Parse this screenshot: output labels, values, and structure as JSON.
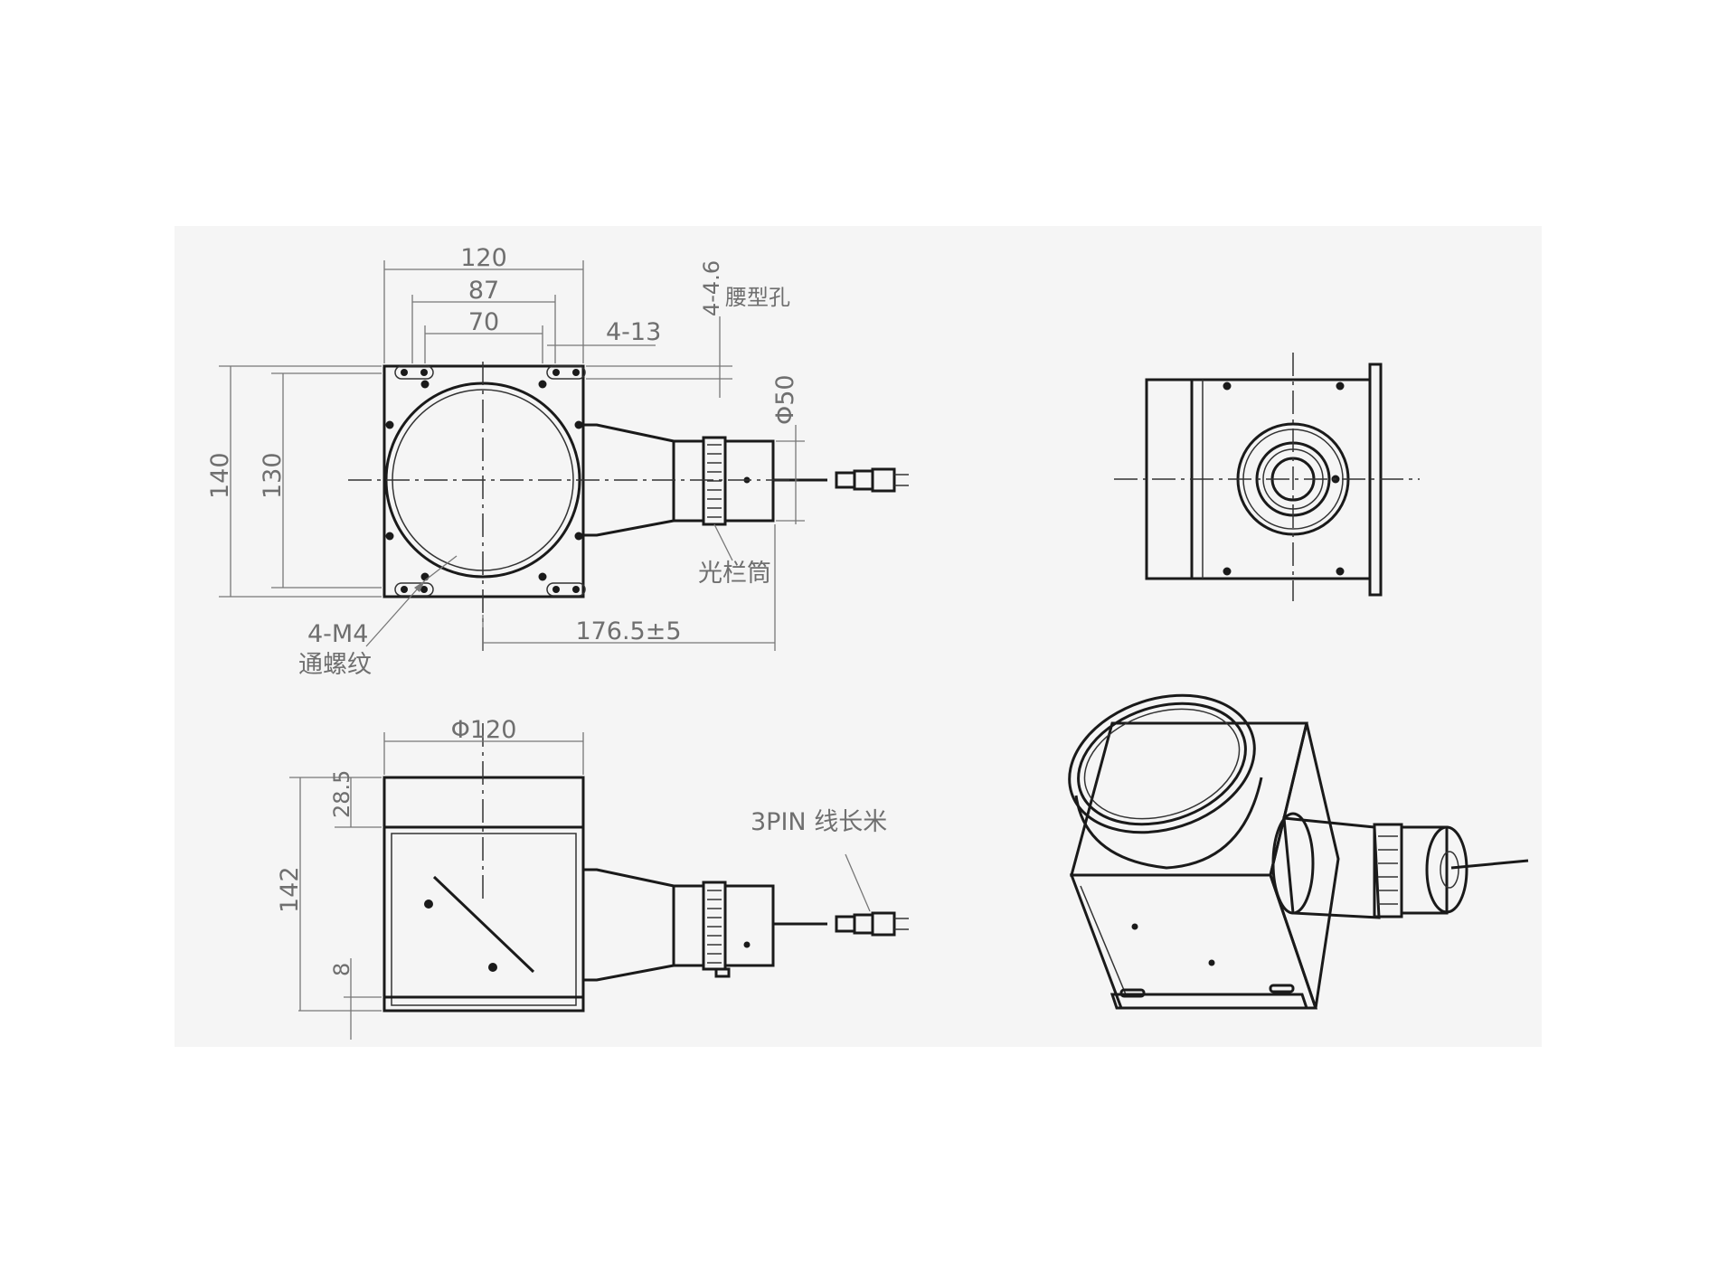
{
  "colors": {
    "panel": "#f5f5f5",
    "line": "#1a1a1a",
    "dimension": "#6f6f6f"
  },
  "front_view": {
    "dim_width_outer": "120",
    "dim_hole_spacing": "87",
    "dim_inner_spacing": "70",
    "dim_slot": "4-13",
    "dim_slot_hole": "4-4.6",
    "slot_hole_label": "腰型孔",
    "dim_lens_dia": "Φ50",
    "dim_height_outer": "140",
    "dim_height_inner": "130",
    "aperture_label": "光栏筒",
    "dim_length": "176.5±5",
    "thread_spec": "4-M4",
    "thread_label": "通螺纹"
  },
  "side_view": {
    "dim_dia": "Φ120",
    "dim_top": "28.5",
    "dim_height": "142",
    "dim_base": "8",
    "cable_label": "3PIN 线长米"
  }
}
